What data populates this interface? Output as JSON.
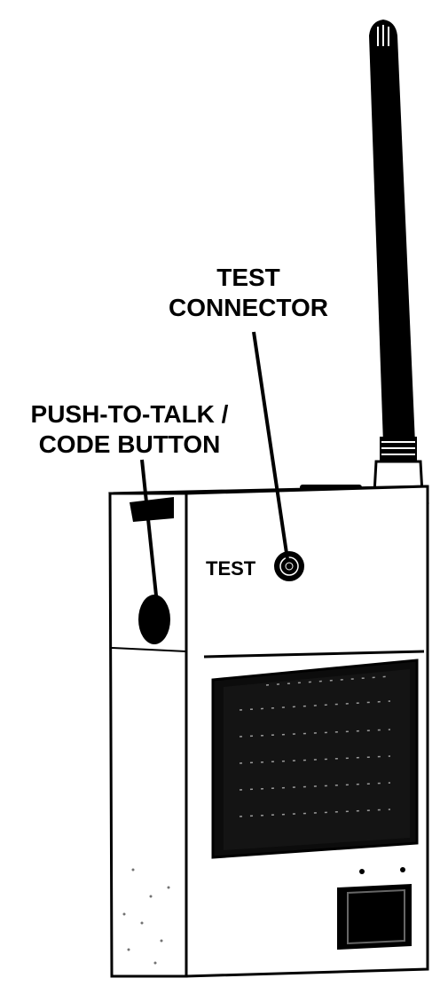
{
  "callouts": {
    "test_connector": {
      "line1": "TEST",
      "line2": "CONNECTOR"
    },
    "push_to_talk": {
      "line1": "PUSH-TO-TALK /",
      "line2": "CODE BUTTON"
    }
  },
  "device": {
    "panel_label": "TEST"
  },
  "colors": {
    "ink": "#000000",
    "body": "#f4f4f4",
    "screen": "#0c0c0c"
  }
}
